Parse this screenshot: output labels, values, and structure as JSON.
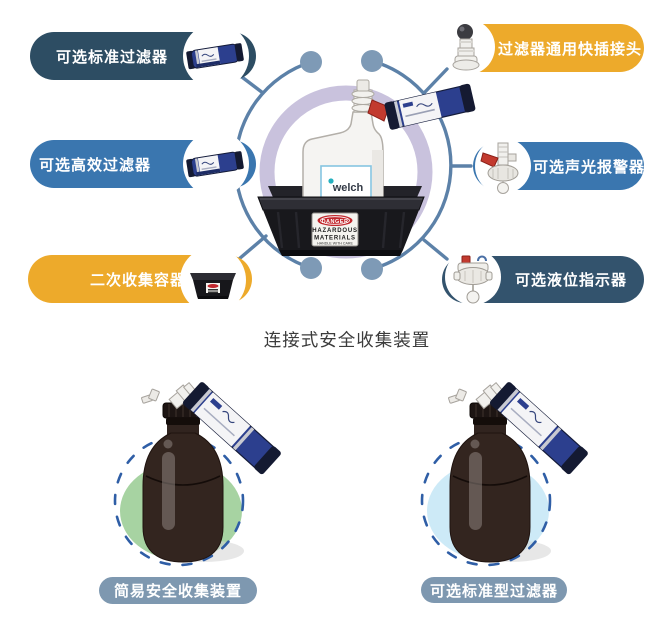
{
  "top_diagram": {
    "caption": "连接式安全收集装置",
    "left_labels": [
      {
        "text": "可选标准过滤器",
        "color": "#2d4d63"
      },
      {
        "text": "可选高效过滤器",
        "color": "#3a76af"
      },
      {
        "text": "二次收集容器",
        "color": "#edaa2b"
      }
    ],
    "right_labels": [
      {
        "text": "过滤器通用快插接头",
        "color": "#edaa2b"
      },
      {
        "text": "可选声光报警器",
        "color": "#3a76af"
      },
      {
        "text": "可选液位指示器",
        "color": "#33536d"
      }
    ],
    "center": {
      "brand": "welch",
      "danger_title": "DANGER",
      "danger_line1": "HAZARDOUS",
      "danger_line2": "MATERIALS",
      "danger_line3": "HANDLE WITH CARE"
    }
  },
  "bottom_diagram": {
    "left_caption": "简易安全收集装置",
    "right_caption": "可选标准型过滤器"
  },
  "colors": {
    "navy_pill": "#2d4d63",
    "blue_pill": "#3a76af",
    "yellow_pill": "#edaa2b",
    "dark_navy_pill": "#33536d",
    "ring_arc": "#5c81a8",
    "ring_dot": "#7e9ab6",
    "lavender_ring": "#c9c2dd",
    "dashed_circle": "#2f5ea6",
    "green_halo": "#a7d3a2",
    "blue_halo": "#cdeaf7",
    "bottom_pill": "#7e98b0",
    "filter_body": "#2c3f8e",
    "danger_red": "#c1272d"
  }
}
